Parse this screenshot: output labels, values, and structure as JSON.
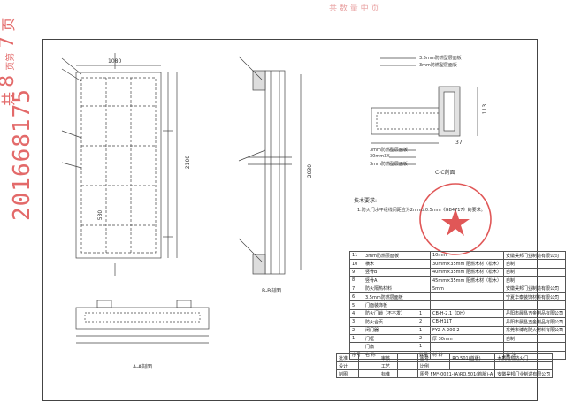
{
  "top_mark": "共 数 量 中 页",
  "side_stamp": "201668175",
  "page_count": {
    "total_prefix": "共",
    "total": "8",
    "unit": "页第",
    "current": "7",
    "suffix": "页"
  },
  "captions": {
    "view_aa": "A-A剖面",
    "view_bb": "B-B剖面",
    "view_cc": "C-C剖面"
  },
  "tech_req": {
    "title": "技术要求:",
    "line1": "1.防火门水平组线间距应为2mm±0.5mm《GB4717》的要求。"
  },
  "cc_labels": [
    "3.5mm防燃型层面板",
    "3mm防燃型层面板",
    "3mm防燃型层面板",
    "30mm3X",
    "3mm防燃型层面板"
  ],
  "table": {
    "rows": [
      [
        "11",
        "3mm防燃层面板",
        "",
        "10mm",
        "安徽昊邦门业制造有限公司"
      ],
      [
        "10",
        "横木",
        "",
        "30mm×35mm 阻燃木材（松木）",
        "自制"
      ],
      [
        "9",
        "竖骨B",
        "",
        "40mm×35mm 阻燃木材（松木）",
        "自制"
      ],
      [
        "8",
        "竖骨A",
        "",
        "45mm×35mm 阻燃木材（松木）",
        "自制"
      ],
      [
        "7",
        "防火隔热材料",
        "",
        "5mm",
        "安徽昊邦门业制造有限公司"
      ],
      [
        "6",
        "3.5mm防燃层面板",
        "",
        "",
        "宁夏华泰装饰材料有限公司"
      ],
      [
        "5",
        "门面装饰板",
        "",
        "",
        ""
      ],
      [
        "4",
        "防火门锁（不不发）",
        "1",
        "CB-H-2.1（DH）",
        "丹阳市晨昌五金制品有限公司"
      ],
      [
        "3",
        "防火合页",
        "2",
        "CB-H11T",
        "丹阳市晨昌五金制品有限公司"
      ],
      [
        "2",
        "闭门器",
        "1",
        "FYZ-A-200-2",
        "东莞市博克防火材料有限公司"
      ],
      [
        "1",
        "门框",
        "2",
        "厚 30mm",
        "自制"
      ],
      [
        "",
        "门扇",
        "1",
        "",
        ""
      ],
      [
        "序号",
        "名  称",
        "数量",
        "材  料",
        "备  注"
      ]
    ]
  },
  "footer": {
    "r1": [
      "批准",
      "",
      "审核",
      "",
      "图号",
      "RO.501(首版)",
      "木质隔热防火门"
    ],
    "r2": [
      "设计",
      "",
      "工艺",
      "",
      "比例",
      "",
      ""
    ],
    "r3": [
      "制图",
      "",
      "标准",
      "",
      "图号 FM*-0021-(A)RO.501(首版)-A",
      "",
      ""
    ],
    "company": "安徽昊邦门业制造有限公司"
  },
  "dims": {
    "aa_width": "1080",
    "aa_height": "2100",
    "aa_mid": "530",
    "bb_height": "2030",
    "cc_depth": "113",
    "cc_side": "37"
  }
}
